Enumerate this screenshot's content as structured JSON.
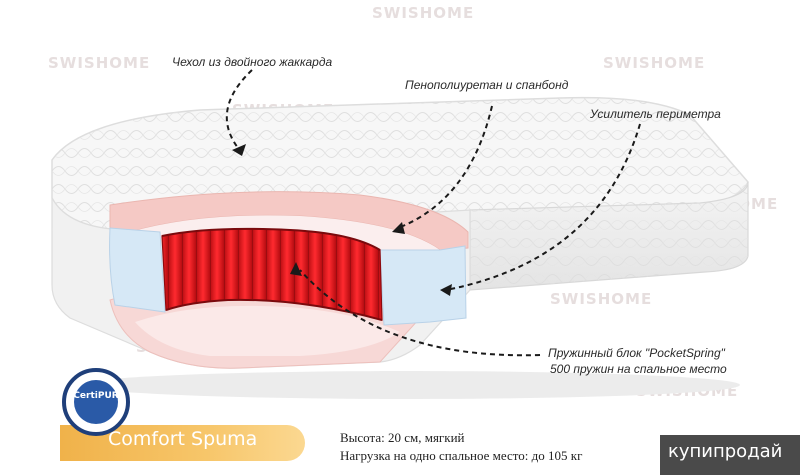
{
  "watermark": {
    "text": "SWISHOME"
  },
  "labels": {
    "cover": "Чехол из двойного жаккарда",
    "foam": "Пенополиуретан и спанбонд",
    "perimeter": "Усилитель периметра",
    "spring_line1": "Пружинный блок \"PocketSpring\"",
    "spring_line2": "500 пружин на спальное место"
  },
  "product": {
    "name": "Comfort Spuma"
  },
  "specs": {
    "height": "Высота: 20 см, мягкий",
    "load": "Нагрузка на одно спальное место: до 105 кг"
  },
  "certification": {
    "badge_text": "CertiPUR"
  },
  "brand": {
    "name": "купипродай"
  },
  "colors": {
    "spring_red": "#e0141a",
    "badge_blue": "#2a5aa7",
    "banner_orange": "#f7c66a",
    "brand_bg": "#4a4a4a",
    "perimeter_blue": "#d6e8f6",
    "foam_pink": "#f7d8d6"
  },
  "icons": {
    "certification": "certipur-badge-icon"
  }
}
